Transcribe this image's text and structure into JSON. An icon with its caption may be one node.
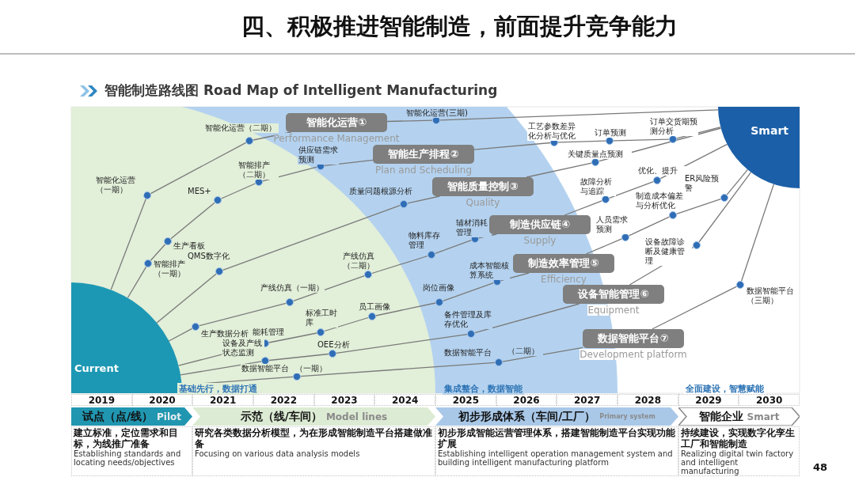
{
  "diagram": {
    "title": "四、积极推进智能制造，前面提升竞争能力",
    "nodes": [
      {
        "text": [
          "Current"
        ]
      },
      {
        "text": [],
        "shape": "circle",
        "beside": [
          "智能化运营（一期）"
        ]
      },
      {
        "text": [],
        "shape": "circle",
        "beside": [
          "智能化运营（二期）"
        ]
      },
      {
        "text": [
          "智能化运营①"
        ],
        "beside": [
          "Performance Management"
        ]
      },
      {
        "text": [],
        "shape": "circle",
        "beside": [
          "智能化运营(三期)"
        ]
      },
      {
        "text": [],
        "shape": "circle",
        "beside": [
          "智能排产（一期）"
        ]
      },
      {
        "text": [],
        "shape": "circle",
        "beside": [
          "生产看板"
        ]
      },
      {
        "text": [],
        "shape": "circle",
        "beside": [
          "MES+"
        ]
      },
      {
        "text": [],
        "shape": "circle",
        "beside": [
          "智能排产（二期）"
        ]
      },
      {
        "text": [],
        "shape": "circle",
        "beside": [
          "供应链需求预测"
        ]
      },
      {
        "text": [
          "智能生产排程②"
        ],
        "beside": [
          "Plan and Scheduling"
        ]
      },
      {
        "text": [],
        "shape": "circle",
        "beside": [
          "工艺参数差异化分析与优化"
        ]
      },
      {
        "text": [],
        "shape": "circle",
        "beside": [
          "订单预测"
        ]
      },
      {
        "text": [],
        "shape": "circle",
        "beside": [
          "订单交货期预测分析"
        ]
      },
      {
        "text": [],
        "shape": "circle",
        "beside": [
          "QMS数字化"
        ]
      },
      {
        "text": [],
        "shape": "circle",
        "beside": [
          "质量问题根源分析"
        ]
      },
      {
        "text": [
          "智能质量控制③"
        ],
        "beside": [
          "Quality"
        ]
      },
      {
        "text": [],
        "shape": "circle",
        "beside": [
          "关键质量点预测"
        ]
      },
      {
        "text": [],
        "shape": "circle",
        "beside": [
          "生产数据分析"
        ]
      },
      {
        "text": [],
        "shape": "circle",
        "beside": [
          "产线仿真（一期）"
        ]
      },
      {
        "text": [],
        "shape": "circle",
        "beside": [
          "产线仿真（二期）"
        ]
      },
      {
        "text": [],
        "shape": "circle",
        "beside": [
          "物料库存管理"
        ]
      },
      {
        "text": [],
        "shape": "circle",
        "beside": [
          "辅材消耗管理"
        ]
      },
      {
        "text": [
          "制造供应链④"
        ],
        "beside": [
          "Supply"
        ]
      },
      {
        "text": [],
        "shape": "circle",
        "beside": [
          "故障分析与追踪"
        ]
      },
      {
        "text": [],
        "shape": "circle",
        "beside": [
          "优化、提升"
        ]
      },
      {
        "text": [],
        "shape": "circle",
        "beside": [
          "能耗管理"
        ]
      },
      {
        "text": [],
        "shape": "circle",
        "beside": [
          "标准工时库"
        ]
      },
      {
        "text": [],
        "shape": "circle",
        "beside": [
          "员工画像"
        ]
      },
      {
        "text": [],
        "shape": "circle",
        "beside": [
          "岗位画像"
        ]
      },
      {
        "text": [],
        "shape": "circle",
        "beside": [
          "成本智能核算系统"
        ]
      },
      {
        "text": [
          "制造效率管理⑤"
        ],
        "beside": [
          "Efficiency"
        ]
      },
      {
        "text": [],
        "shape": "circle",
        "beside": [
          "人员需求预测"
        ]
      },
      {
        "text": [],
        "shape": "circle",
        "beside": [
          "制造成本偏差与分析优化"
        ]
      },
      {
        "text": [],
        "shape": "circle",
        "beside": [
          "ER风险预警"
        ]
      },
      {
        "text": [],
        "shape": "circle",
        "beside": [
          "设备及产线状态监测"
        ]
      },
      {
        "text": [],
        "shape": "circle",
        "beside": [
          "OEE分析"
        ]
      },
      {
        "text": [],
        "shape": "circle",
        "beside": [
          "备件管理及库存优化"
        ]
      },
      {
        "text": [
          "设备智能管理⑥"
        ],
        "beside": [
          "Equipment"
        ]
      },
      {
        "text": [],
        "shape": "circle",
        "beside": [
          "设备故障诊断及健康管理"
        ]
      },
      {
        "text": [],
        "shape": "circle",
        "beside": [
          "数据智能平台",
          "（一期）"
        ]
      },
      {
        "text": [],
        "shape": "circle",
        "beside": [
          "数据智能平台",
          "（二期）"
        ]
      },
      {
        "text": [
          "数据智能平台⑦"
        ],
        "beside": [
          "Development platform"
        ]
      },
      {
        "text": [],
        "shape": "circle",
        "beside": [
          "数据智能平台（三期）"
        ]
      },
      {
        "text": [
          "Smart"
        ]
      },
      {
        "text": [
          "试点（点/线）",
          "Pilot"
        ]
      },
      {
        "text": [
          "示范（线/车间）",
          "Model lines"
        ]
      },
      {
        "text": [
          "初步形成体系（车间/工厂）",
          "Primary system"
        ]
      },
      {
        "text": [
          "智能企业",
          "Smart"
        ]
      }
    ],
    "edges": [
      {
        "from": 0,
        "to": 1,
        "arrow": "none"
      },
      {
        "from": 1,
        "to": 2,
        "arrow": "none"
      },
      {
        "from": 2,
        "to": 3,
        "arrow": "none"
      },
      {
        "from": 3,
        "to": 4,
        "arrow": "none"
      },
      {
        "from": 4,
        "to": 44,
        "arrow": "none"
      },
      {
        "from": 0,
        "to": 5,
        "arrow": "none"
      },
      {
        "from": 5,
        "to": 6,
        "arrow": "none"
      },
      {
        "from": 6,
        "to": 7,
        "arrow": "none"
      },
      {
        "from": 7,
        "to": 8,
        "arrow": "none"
      },
      {
        "from": 8,
        "to": 9,
        "arrow": "none"
      },
      {
        "from": 9,
        "to": 10,
        "arrow": "none"
      },
      {
        "from": 10,
        "to": 11,
        "arrow": "none"
      },
      {
        "from": 11,
        "to": 12,
        "arrow": "none"
      },
      {
        "from": 12,
        "to": 13,
        "arrow": "none"
      },
      {
        "from": 13,
        "to": 44,
        "arrow": "none"
      },
      {
        "from": 0,
        "to": 14,
        "arrow": "none"
      },
      {
        "from": 14,
        "to": 15,
        "arrow": "none"
      },
      {
        "from": 15,
        "to": 16,
        "arrow": "none"
      },
      {
        "from": 16,
        "to": 17,
        "arrow": "none"
      },
      {
        "from": 17,
        "to": 44,
        "arrow": "none"
      },
      {
        "from": 0,
        "to": 18,
        "arrow": "none"
      },
      {
        "from": 18,
        "to": 19,
        "arrow": "none"
      },
      {
        "from": 19,
        "to": 20,
        "arrow": "none"
      },
      {
        "from": 20,
        "to": 21,
        "arrow": "none"
      },
      {
        "from": 21,
        "to": 22,
        "arrow": "none"
      },
      {
        "from": 22,
        "to": 23,
        "arrow": "none"
      },
      {
        "from": 23,
        "to": 24,
        "arrow": "none"
      },
      {
        "from": 24,
        "to": 25,
        "arrow": "none"
      },
      {
        "from": 25,
        "to": 44,
        "arrow": "none"
      },
      {
        "from": 0,
        "to": 26,
        "arrow": "none"
      },
      {
        "from": 26,
        "to": 27,
        "arrow": "none"
      },
      {
        "from": 27,
        "to": 28,
        "arrow": "none"
      },
      {
        "from": 28,
        "to": 29,
        "arrow": "none"
      },
      {
        "from": 29,
        "to": 30,
        "arrow": "none"
      },
      {
        "from": 30,
        "to": 31,
        "arrow": "none"
      },
      {
        "from": 31,
        "to": 32,
        "arrow": "none"
      },
      {
        "from": 32,
        "to": 33,
        "arrow": "none"
      },
      {
        "from": 33,
        "to": 34,
        "arrow": "none"
      },
      {
        "from": 34,
        "to": 44,
        "arrow": "none"
      },
      {
        "from": 0,
        "to": 35,
        "arrow": "none"
      },
      {
        "from": 35,
        "to": 36,
        "arrow": "none"
      },
      {
        "from": 36,
        "to": 37,
        "arrow": "none"
      },
      {
        "from": 37,
        "to": 38,
        "arrow": "none"
      },
      {
        "from": 38,
        "to": 39,
        "arrow": "none"
      },
      {
        "from": 39,
        "to": 44,
        "arrow": "none"
      },
      {
        "from": 0,
        "to": 40,
        "arrow": "none"
      },
      {
        "from": 40,
        "to": 41,
        "arrow": "none"
      },
      {
        "from": 41,
        "to": 42,
        "arrow": "none"
      },
      {
        "from": 42,
        "to": 43,
        "arrow": "none"
      },
      {
        "from": 43,
        "to": 44,
        "arrow": "none"
      }
    ],
    "labels": [
      "智能制造路线图 Road Map of Intelligent Manufacturing",
      "基础先行，数据打通",
      "集成整合，数据智能",
      "全面建设，智慧赋能",
      "2019",
      "2020",
      "2021",
      "2022",
      "2023",
      "2024",
      "2025",
      "2026",
      "2027",
      "2028",
      "2029",
      "2030",
      "建立标准，定位需求和目标，为线推广准备",
      "Establishing standards and locating needs/objectives",
      "研究各类数据分析模型，为在形成智能制造平台搭建做准备",
      "Focusing on various data analysis models",
      "初步形成智能运营管理体系，搭建智能制造平台实现功能扩展",
      "Establishing intelligent operation management system and building intelligent manufacturing platform",
      "持续建设，实现数字化孪生工厂和智能制造",
      "Realizing digital twin factory and intelligent manufacturing",
      "48"
    ]
  }
}
